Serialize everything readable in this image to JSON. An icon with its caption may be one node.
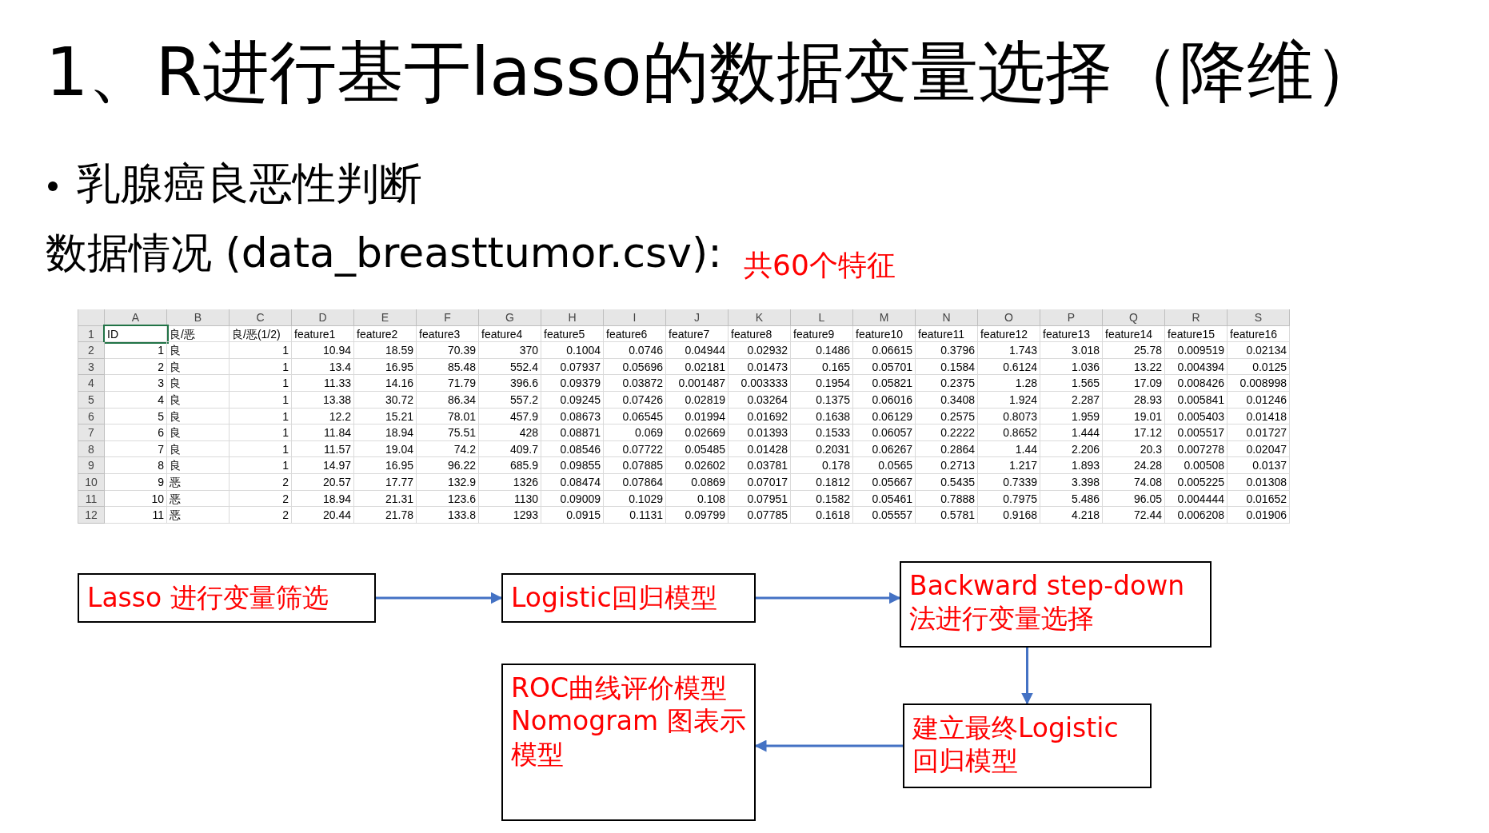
{
  "diagram": {
    "title": "1、R进行基于lasso的数据变量选择（降维）",
    "nodes": [
      {
        "text": [
          "Lasso 进行变量筛选"
        ]
      },
      {
        "text": [
          "Logistic回归模型"
        ]
      },
      {
        "text": [
          "Backward step-down法进行变量选择"
        ]
      },
      {
        "text": [
          "ROC曲线评价模型",
          "Nomogram 图表示模型"
        ]
      },
      {
        "text": [
          "建立最终Logistic回归模型"
        ]
      }
    ],
    "edges": [
      {
        "from": 0,
        "to": 1,
        "arrow": "to"
      },
      {
        "from": 1,
        "to": 2,
        "arrow": "to"
      },
      {
        "from": 2,
        "to": 4,
        "arrow": "to"
      },
      {
        "from": 4,
        "to": 3,
        "arrow": "to"
      }
    ],
    "labels": [
      "乳腺癌良恶性判断",
      "数据情况 (data_breasttumor.csv):",
      "共60个特征",
      "A",
      "B",
      "C",
      "D",
      "E",
      "F",
      "G",
      "H",
      "I",
      "J",
      "K",
      "L",
      "M",
      "N",
      "O",
      "P",
      "Q",
      "R",
      "S",
      "1",
      "ID",
      "良/恶",
      "良/恶(1/2)",
      "feature1",
      "feature2",
      "feature3",
      "feature4",
      "feature5",
      "feature6",
      "feature7",
      "feature8",
      "feature9",
      "feature10",
      "feature11",
      "feature12",
      "feature13",
      "feature14",
      "feature15",
      "feature16",
      "2",
      "1",
      "良",
      "1",
      "10.94",
      "18.59",
      "70.39",
      "370",
      "0.1004",
      "0.0746",
      "0.04944",
      "0.02932",
      "0.1486",
      "0.06615",
      "0.3796",
      "1.743",
      "3.018",
      "25.78",
      "0.009519",
      "0.02134",
      "3",
      "2",
      "良",
      "1",
      "13.4",
      "16.95",
      "85.48",
      "552.4",
      "0.07937",
      "0.05696",
      "0.02181",
      "0.01473",
      "0.165",
      "0.05701",
      "0.1584",
      "0.6124",
      "1.036",
      "13.22",
      "0.004394",
      "0.0125",
      "4",
      "3",
      "良",
      "1",
      "11.33",
      "14.16",
      "71.79",
      "396.6",
      "0.09379",
      "0.03872",
      "0.001487",
      "0.003333",
      "0.1954",
      "0.05821",
      "0.2375",
      "1.28",
      "1.565",
      "17.09",
      "0.008426",
      "0.008998",
      "5",
      "4",
      "良",
      "1",
      "13.38",
      "30.72",
      "86.34",
      "557.2",
      "0.09245",
      "0.07426",
      "0.02819",
      "0.03264",
      "0.1375",
      "0.06016",
      "0.3408",
      "1.924",
      "2.287",
      "28.93",
      "0.005841",
      "0.01246",
      "6",
      "5",
      "良",
      "1",
      "12.2",
      "15.21",
      "78.01",
      "457.9",
      "0.08673",
      "0.06545",
      "0.01994",
      "0.01692",
      "0.1638",
      "0.06129",
      "0.2575",
      "0.8073",
      "1.959",
      "19.01",
      "0.005403",
      "0.01418",
      "7",
      "6",
      "良",
      "1",
      "11.84",
      "18.94",
      "75.51",
      "428",
      "0.08871",
      "0.069",
      "0.02669",
      "0.01393",
      "0.1533",
      "0.06057",
      "0.2222",
      "0.8652",
      "1.444",
      "17.12",
      "0.005517",
      "0.01727",
      "8",
      "7",
      "良",
      "1",
      "11.57",
      "19.04",
      "74.2",
      "409.7",
      "0.08546",
      "0.07722",
      "0.05485",
      "0.01428",
      "0.2031",
      "0.06267",
      "0.2864",
      "1.44",
      "2.206",
      "20.3",
      "0.007278",
      "0.02047",
      "9",
      "8",
      "良",
      "1",
      "14.97",
      "16.95",
      "96.22",
      "685.9",
      "0.09855",
      "0.07885",
      "0.02602",
      "0.03781",
      "0.178",
      "0.0565",
      "0.2713",
      "1.217",
      "1.893",
      "24.28",
      "0.00508",
      "0.0137",
      "10",
      "9",
      "恶",
      "2",
      "20.57",
      "17.77",
      "132.9",
      "1326",
      "0.08474",
      "0.07864",
      "0.0869",
      "0.07017",
      "0.1812",
      "0.05667",
      "0.5435",
      "0.7339",
      "3.398",
      "74.08",
      "0.005225",
      "0.01308",
      "11",
      "10",
      "恶",
      "2",
      "18.94",
      "21.31",
      "123.6",
      "1130",
      "0.09009",
      "0.1029",
      "0.108",
      "0.07951",
      "0.1582",
      "0.05461",
      "0.7888",
      "0.7975",
      "5.486",
      "96.05",
      "0.004444",
      "0.01652",
      "12",
      "11",
      "恶",
      "2",
      "20.44",
      "21.78",
      "133.8",
      "1293",
      "0.0915",
      "0.1131",
      "0.09799",
      "0.07785",
      "0.1618",
      "0.05557",
      "0.5781",
      "0.9168",
      "4.218",
      "72.44",
      "0.006208",
      "0.01906"
    ]
  }
}
